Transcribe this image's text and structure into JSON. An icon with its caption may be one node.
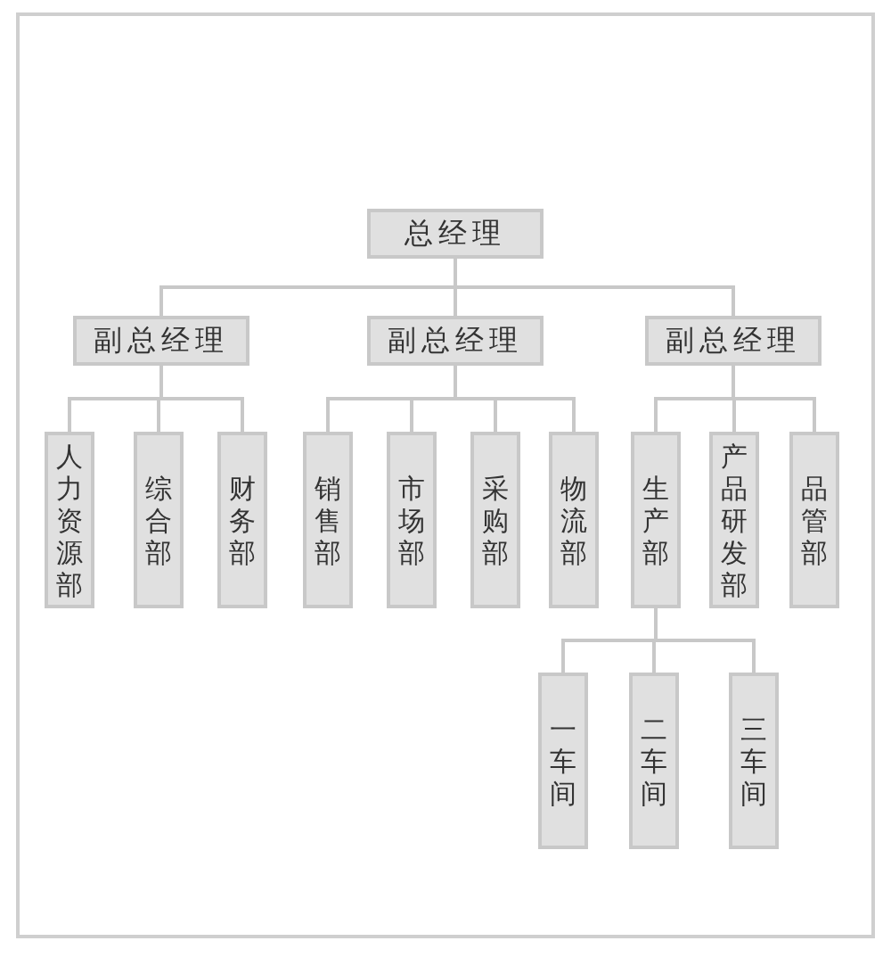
{
  "diagram": {
    "nodes": [
      {
        "text": [
          "总经理"
        ]
      },
      {
        "text": [
          "副总经理"
        ]
      },
      {
        "text": [
          "副总经理"
        ]
      },
      {
        "text": [
          "副总经理"
        ]
      },
      {
        "text": [
          "人力资源部"
        ]
      },
      {
        "text": [
          "综合部"
        ]
      },
      {
        "text": [
          "财务部"
        ]
      },
      {
        "text": [
          "销售部"
        ]
      },
      {
        "text": [
          "市场部"
        ]
      },
      {
        "text": [
          "采购部"
        ]
      },
      {
        "text": [
          "物流部"
        ]
      },
      {
        "text": [
          "生产部"
        ]
      },
      {
        "text": [
          "产品研发部"
        ]
      },
      {
        "text": [
          "品管部"
        ]
      },
      {
        "text": [
          "一车间"
        ]
      },
      {
        "text": [
          "二车间"
        ]
      },
      {
        "text": [
          "三车间"
        ]
      }
    ],
    "edges": [
      {
        "from": 0,
        "to": 1,
        "arrow": "none"
      },
      {
        "from": 0,
        "to": 2,
        "arrow": "none"
      },
      {
        "from": 0,
        "to": 3,
        "arrow": "none"
      },
      {
        "from": 1,
        "to": 4,
        "arrow": "none"
      },
      {
        "from": 1,
        "to": 5,
        "arrow": "none"
      },
      {
        "from": 1,
        "to": 6,
        "arrow": "none"
      },
      {
        "from": 2,
        "to": 7,
        "arrow": "none"
      },
      {
        "from": 2,
        "to": 8,
        "arrow": "none"
      },
      {
        "from": 2,
        "to": 9,
        "arrow": "none"
      },
      {
        "from": 2,
        "to": 10,
        "arrow": "none"
      },
      {
        "from": 3,
        "to": 11,
        "arrow": "none"
      },
      {
        "from": 3,
        "to": 12,
        "arrow": "none"
      },
      {
        "from": 3,
        "to": 13,
        "arrow": "none"
      },
      {
        "from": 11,
        "to": 14,
        "arrow": "none"
      },
      {
        "from": 11,
        "to": 15,
        "arrow": "none"
      },
      {
        "from": 11,
        "to": 16,
        "arrow": "none"
      }
    ]
  }
}
